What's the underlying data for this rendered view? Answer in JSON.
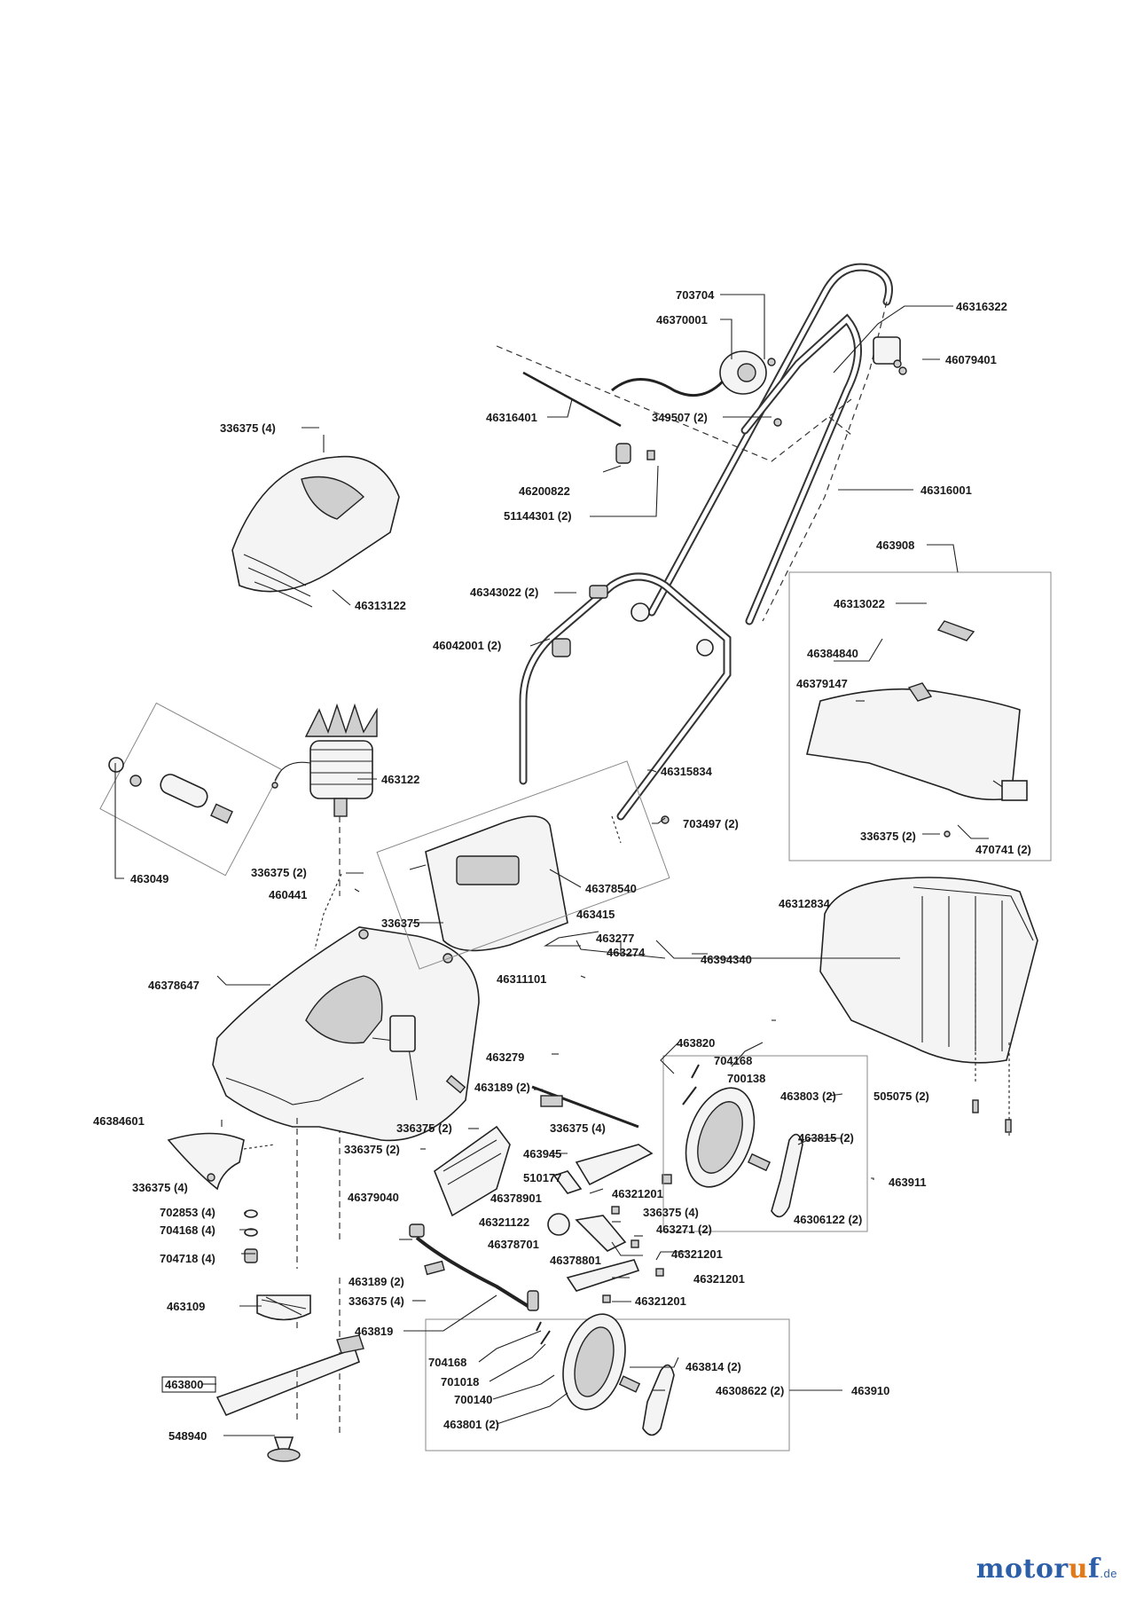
{
  "brand": {
    "part1": "motor",
    "part2": "u",
    "part3": "f",
    "tld": ".de"
  },
  "labels": {
    "l703704": "703704",
    "l46370001": "46370001",
    "l46316322": "46316322",
    "l46079401": "46079401",
    "l46316401": "46316401",
    "l349507": "349507 (2)",
    "l46200822": "46200822",
    "l51144301": "51144301 (2)",
    "l46316001": "46316001",
    "l336375a": "336375 (4)",
    "l46313122": "46313122",
    "l46343022": "46343022 (2)",
    "l46042001": "46042001 (2)",
    "l463908": "463908",
    "l46313022": "46313022",
    "l46384840": "46384840",
    "l46379147": "46379147",
    "l463122": "463122",
    "l46315834": "46315834",
    "l703497": "703497 (2)",
    "l336375b": "336375 (2)",
    "l470741": "470741 (2)",
    "l463049": "463049",
    "l336375c": "336375 (2)",
    "l460441": "460441",
    "l46378540": "46378540",
    "l336375d": "336375",
    "l463415": "463415",
    "l463277": "463277",
    "l463274": "463274",
    "l46394340": "46394340",
    "l46312834": "46312834",
    "l46378647": "46378647",
    "l46311101": "46311101",
    "l463820": "463820",
    "l463279": "463279",
    "l704168a": "704168",
    "l700138": "700138",
    "l463189a": "463189 (2)",
    "l463803": "463803 (2)",
    "l505075": "505075 (2)",
    "l46384601": "46384601",
    "l336375e": "336375 (2)",
    "l336375f": "336375 (4)",
    "l463815": "463815 (2)",
    "l336375g": "336375 (2)",
    "l463945": "463945",
    "l510177": "510177",
    "l463911": "463911",
    "l336375h": "336375 (4)",
    "l46379040": "46379040",
    "l46378901": "46378901",
    "l46321201a": "46321201",
    "l46306122": "46306122 (2)",
    "l702853": "702853 (4)",
    "l336375i": "336375 (4)",
    "l46321122": "46321122",
    "l463271": "463271 (2)",
    "l704168b": "704168 (4)",
    "l46378701": "46378701",
    "l46321201b": "46321201",
    "l704718": "704718 (4)",
    "l46378801": "46378801",
    "l46321201c": "46321201",
    "l463189b": "463189 (2)",
    "l463109": "463109",
    "l336375j": "336375 (4)",
    "l46321201d": "46321201",
    "l463819": "463819",
    "l704168c": "704168",
    "l463814": "463814 (2)",
    "l463800": "463800",
    "l701018": "701018",
    "l46308622": "46308622 (2)",
    "l463910": "463910",
    "l700140": "700140",
    "l463801": "463801 (2)",
    "l548940": "548940"
  }
}
